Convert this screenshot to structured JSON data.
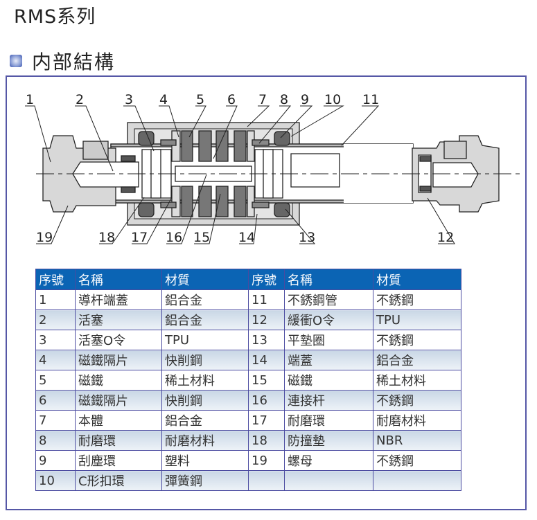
{
  "title": "RMS系列",
  "section_title": "内部結構",
  "diagram": {
    "top_labels": [
      "1",
      "2",
      "3",
      "4",
      "5",
      "6",
      "7",
      "8",
      "9",
      "10",
      "11"
    ],
    "bottom_labels": [
      "19",
      "18",
      "17",
      "16",
      "15",
      "14",
      "13",
      "12"
    ]
  },
  "table": {
    "headers": [
      "序號",
      "名稱",
      "材質",
      "序號",
      "名稱",
      "材質"
    ],
    "rows": [
      [
        "1",
        "導杆端蓋",
        "鋁合金",
        "11",
        "不銹鋼管",
        "不銹鋼"
      ],
      [
        "2",
        "活塞",
        "鋁合金",
        "12",
        "緩衝O令",
        "TPU"
      ],
      [
        "3",
        "活塞O令",
        "TPU",
        "13",
        "平墊圈",
        "不銹鋼"
      ],
      [
        "4",
        "磁鐵隔片",
        "快削鋼",
        "14",
        "端蓋",
        "鋁合金"
      ],
      [
        "5",
        "磁鐵",
        "稀土材料",
        "15",
        "磁鐵",
        "稀土材料"
      ],
      [
        "6",
        "磁鐵隔片",
        "快削鋼",
        "16",
        "連接杆",
        "不銹鋼"
      ],
      [
        "7",
        "本體",
        "鋁合金",
        "17",
        "耐磨環",
        "耐磨材料"
      ],
      [
        "8",
        "耐磨環",
        "耐磨材料",
        "18",
        "防撞墊",
        "NBR"
      ],
      [
        "9",
        "刮塵環",
        "塑料",
        "19",
        "螺母",
        "不銹鋼"
      ],
      [
        "10",
        "C形扣環",
        "彈簧鋼",
        "",
        "",
        ""
      ]
    ]
  },
  "colors": {
    "header": "#0b64b4",
    "frame": "#5557a6"
  }
}
